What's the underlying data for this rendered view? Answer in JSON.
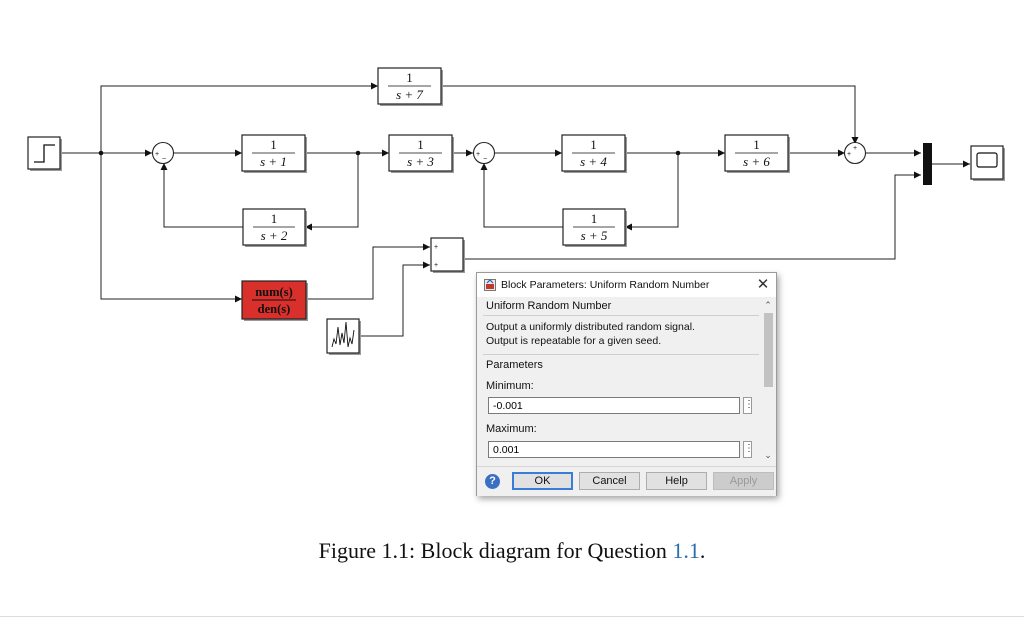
{
  "diagram": {
    "tf_blocks": [
      {
        "id": "s7",
        "num": "1",
        "den": "s + 7"
      },
      {
        "id": "s1",
        "num": "1",
        "den": "s + 1"
      },
      {
        "id": "s3",
        "num": "1",
        "den": "s + 3"
      },
      {
        "id": "s4",
        "num": "1",
        "den": "s + 4"
      },
      {
        "id": "s6",
        "num": "1",
        "den": "s + 6"
      },
      {
        "id": "s2",
        "num": "1",
        "den": "s + 2"
      },
      {
        "id": "s5",
        "num": "1",
        "den": "s + 5"
      }
    ],
    "generic_tf": {
      "num": "num(s)",
      "den": "den(s)",
      "color": "#d9302b"
    },
    "sum_signs": {
      "sum1": [
        "+",
        "−"
      ],
      "sum2": [
        "+",
        "−"
      ],
      "sum3": [
        "+",
        "+"
      ],
      "sum4": [
        "+",
        "+"
      ]
    },
    "icons": [
      "step-source-icon",
      "random-number-source-icon",
      "mux-bar-icon",
      "scope-icon"
    ]
  },
  "dialog": {
    "title": "Block Parameters: Uniform Random Number",
    "close_glyph": "✕",
    "group_title": "Uniform Random Number",
    "description_line1": "Output a uniformly distributed random signal.",
    "description_line2": "Output is repeatable for a given seed.",
    "params_title": "Parameters",
    "minimum_label": "Minimum:",
    "minimum_value": "-0.001",
    "maximum_label": "Maximum:",
    "maximum_value": "0.001",
    "menu_glyph": "⋮",
    "buttons": {
      "ok": "OK",
      "cancel": "Cancel",
      "help": "Help",
      "apply": "Apply"
    }
  },
  "caption": {
    "text": "Figure 1.1: Block diagram for Question ",
    "ref": "1.1",
    "end": "."
  }
}
